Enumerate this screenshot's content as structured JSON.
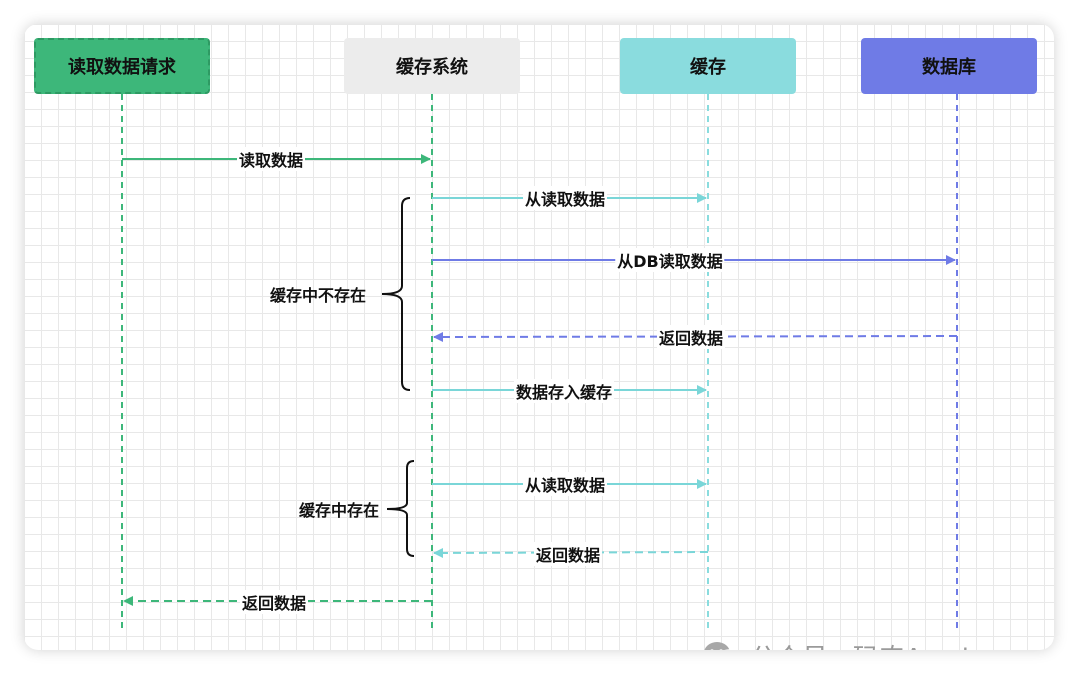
{
  "participants": {
    "requester": {
      "label": "读取数据请求",
      "color": "#3DB77A"
    },
    "cache_system": {
      "label": "缓存系统",
      "color": "#ECECEC"
    },
    "cache": {
      "label": "缓存",
      "color": "#8ADCDE"
    },
    "database": {
      "label": "数据库",
      "color": "#6F7BE6"
    }
  },
  "messages": {
    "m1": "读取数据",
    "m2": "从读取数据",
    "m3": "从DB读取数据",
    "m4": "返回数据",
    "m5": "数据存入缓存",
    "m6": "从读取数据",
    "m7": "返回数据",
    "m8": "返回数据"
  },
  "groups": {
    "miss": "缓存中不存在",
    "hit": "缓存中存在"
  },
  "watermark": {
    "text": "公众号 · 码农Academy",
    "icon": "wechat-icon"
  }
}
